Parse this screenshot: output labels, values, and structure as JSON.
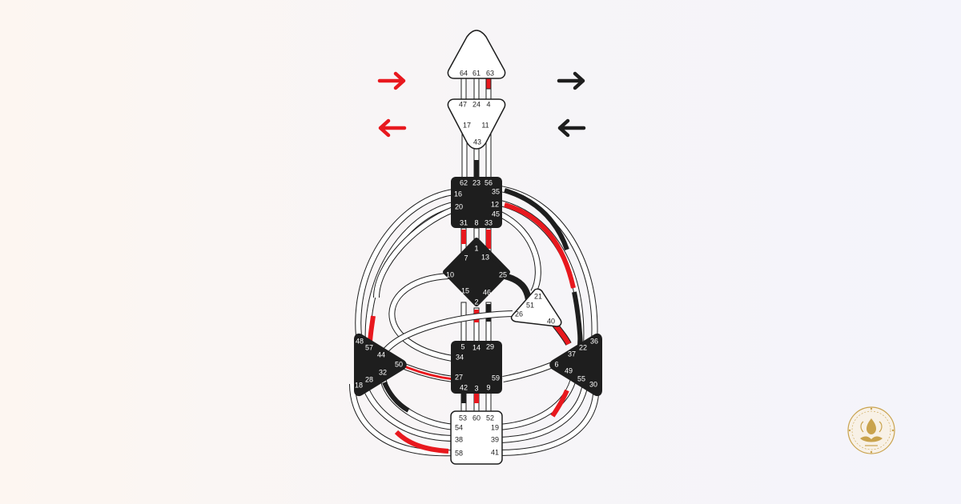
{
  "colors": {
    "red": "#e8181e",
    "black": "#1e1e1e",
    "outline": "#1e1e1e",
    "open": "#ffffff",
    "logo_gold": "#c9a34e"
  },
  "arrows": [
    {
      "name": "arrow-top-left",
      "direction": "right",
      "color": "#e8181e"
    },
    {
      "name": "arrow-bottom-left",
      "direction": "left",
      "color": "#e8181e"
    },
    {
      "name": "arrow-top-right",
      "direction": "right",
      "color": "#1e1e1e"
    },
    {
      "name": "arrow-bottom-right",
      "direction": "left",
      "color": "#1e1e1e"
    }
  ],
  "centers": [
    {
      "name": "head",
      "shape": "triangle-up",
      "defined": false
    },
    {
      "name": "ajna",
      "shape": "triangle-down",
      "defined": false
    },
    {
      "name": "throat",
      "shape": "square",
      "defined": true
    },
    {
      "name": "g",
      "shape": "diamond",
      "defined": true
    },
    {
      "name": "ego",
      "shape": "triangle",
      "defined": false
    },
    {
      "name": "spleen",
      "shape": "triangle",
      "defined": true
    },
    {
      "name": "sacral",
      "shape": "square",
      "defined": true
    },
    {
      "name": "solar-plexus",
      "shape": "triangle",
      "defined": true
    },
    {
      "name": "root",
      "shape": "square",
      "defined": false
    }
  ],
  "gates": {
    "head": [
      "64",
      "61",
      "63"
    ],
    "ajna": [
      "47",
      "24",
      "4",
      "17",
      "11",
      "43"
    ],
    "throat": [
      "62",
      "23",
      "56",
      "16",
      "35",
      "20",
      "12",
      "45",
      "31",
      "8",
      "33"
    ],
    "g": [
      "1",
      "7",
      "13",
      "10",
      "25",
      "15",
      "46",
      "2"
    ],
    "ego": [
      "21",
      "51",
      "26",
      "40"
    ],
    "spleen": [
      "48",
      "57",
      "44",
      "50",
      "28",
      "32",
      "18"
    ],
    "sacral": [
      "5",
      "14",
      "29",
      "34",
      "27",
      "59",
      "42",
      "3",
      "9"
    ],
    "solar_plexus": [
      "36",
      "22",
      "37",
      "6",
      "49",
      "55",
      "30"
    ],
    "root": [
      "53",
      "60",
      "52",
      "54",
      "19",
      "38",
      "39",
      "58",
      "41"
    ]
  },
  "activated_gates": {
    "red": [
      "63",
      "31",
      "33",
      "2",
      "27",
      "3",
      "45",
      "12",
      "22",
      "49",
      "55",
      "30",
      "28",
      "54",
      "38",
      "58"
    ],
    "black": [
      "43",
      "23",
      "35",
      "25",
      "46",
      "50",
      "32",
      "42",
      "36",
      "22",
      "57"
    ]
  },
  "logo": {
    "name": "brand-logo"
  }
}
